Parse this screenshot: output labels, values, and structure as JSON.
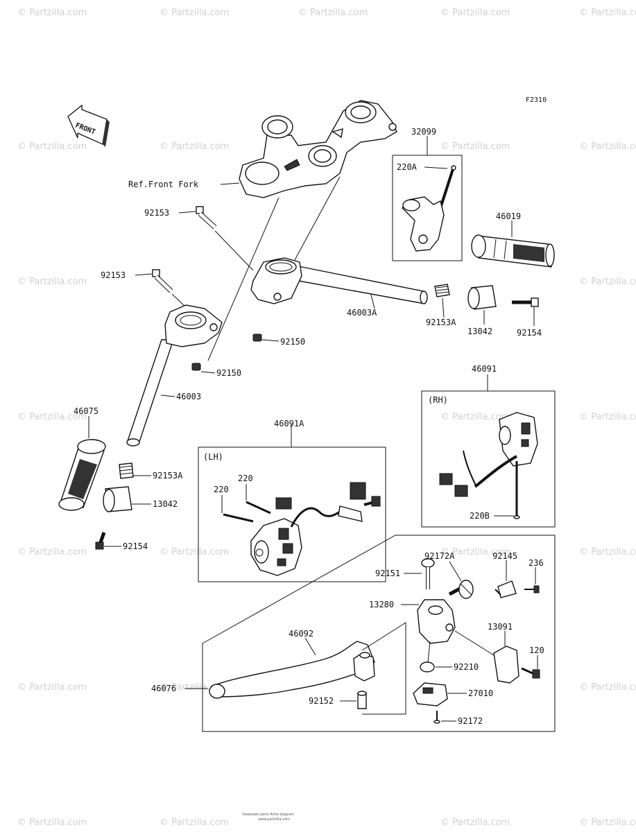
{
  "diagram_code": "F2310",
  "front_arrow_label": "FRONT",
  "ref_label": "Ref.Front Fork",
  "parts": {
    "p32099": "32099",
    "p220A": "220A",
    "p46019": "46019",
    "p92153a": "92153",
    "p92153b": "92153",
    "p46003A": "46003A",
    "p92153A_r": "92153A",
    "p13042_r": "13042",
    "p92154_r": "92154",
    "p92150a": "92150",
    "p92150b": "92150",
    "p46003": "46003",
    "p46075": "46075",
    "p92153A_l": "92153A",
    "p13042_l": "13042",
    "p92154_l": "92154",
    "p46091": "46091",
    "p46091A": "46091A",
    "p220B": "220B",
    "p220_1": "220",
    "p220_2": "220",
    "p92172A": "92172A",
    "p92145": "92145",
    "p236": "236",
    "p92151": "92151",
    "p13280": "13280",
    "p46092": "46092",
    "p13091": "13091",
    "p120": "120",
    "p46076": "46076",
    "p92210": "92210",
    "p27010": "27010",
    "p92152": "92152",
    "p92172": "92172"
  },
  "boxes": {
    "rh": "(RH)",
    "lh": "(LH)"
  },
  "watermark": "© Partzilla.com",
  "footer": {
    "line1": "Kawasaki parts fiche diagram",
    "line2": "www.partzilla.com"
  }
}
